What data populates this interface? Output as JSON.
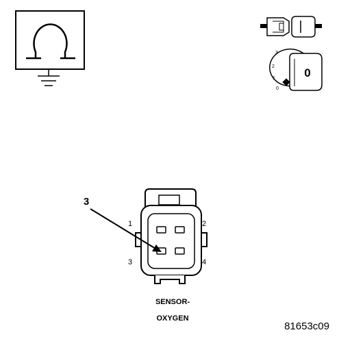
{
  "ohmmeter_icon": {
    "icon": "ohm-ground-icon"
  },
  "ignition_icons": {
    "connector_icon": "disconnected-connector-icon",
    "key_icon": "ignition-key-icon",
    "key_positions": [
      "3",
      "2",
      "1",
      "0"
    ],
    "key_label": "0"
  },
  "connector": {
    "pins": {
      "p1": "1",
      "p2": "2",
      "p3": "3",
      "p4": "4"
    },
    "callout": "3",
    "name_line1": "SENSOR-",
    "name_line2": "OXYGEN"
  },
  "figure_ref": "81653c09"
}
